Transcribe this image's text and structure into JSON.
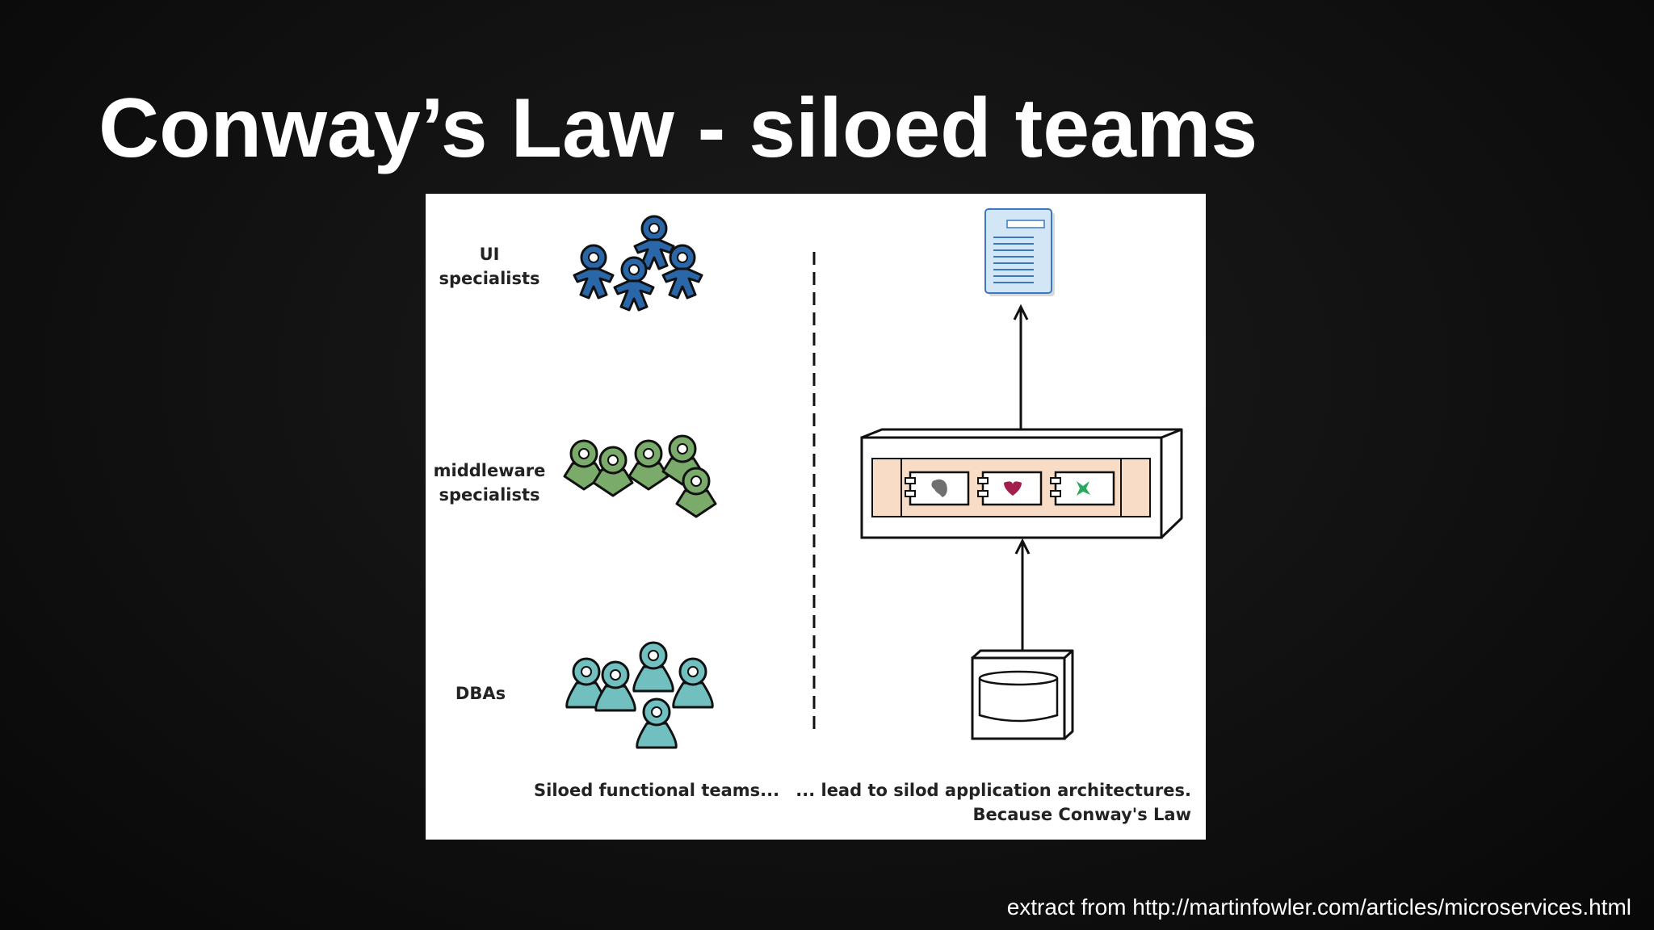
{
  "slide": {
    "title": "Conway’s Law - siloed teams",
    "source_note": "extract from http://martinfowler.com/articles/microservices.html"
  },
  "diagram": {
    "teams": [
      {
        "label_line1": "UI",
        "label_line2": "specialists",
        "color": "#2a67a8"
      },
      {
        "label_line1": "middleware",
        "label_line2": "specialists",
        "color": "#7aab6a"
      },
      {
        "label_line1": "DBAs",
        "label_line2": "",
        "color": "#72bfc0"
      }
    ],
    "left_caption": "Siloed functional teams...",
    "right_caption_line1": "... lead to silod application architectures.",
    "right_caption_line2": "Because Conway's Law",
    "component_colors": {
      "middleware_band": "#f8dcc6",
      "component_1_icon": "#707070",
      "component_2_icon": "#a31f4d",
      "component_3_icon": "#2aa860",
      "document_fill": "#d2e6f6",
      "document_lines": "#3a78c0"
    }
  }
}
